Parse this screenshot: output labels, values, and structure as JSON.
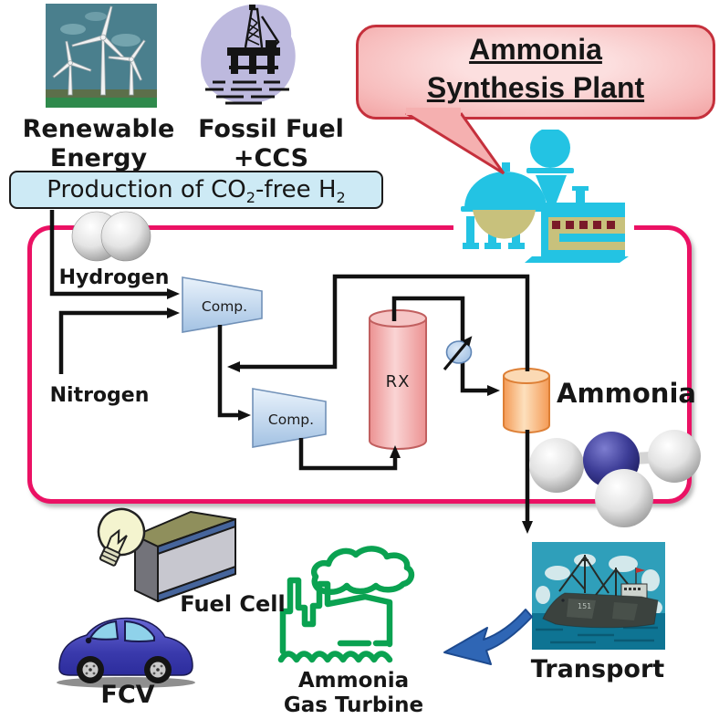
{
  "diagram_title": "Ammonia Synthesis Plant",
  "top": {
    "renewable": {
      "line1": "Renewable",
      "line2": "Energy"
    },
    "fossil": {
      "line1": "Fossil Fuel",
      "line2": "+CCS"
    },
    "banner": {
      "prefix": "Production of CO",
      "sub1": "2",
      "mid": "-free H",
      "sub2": "2"
    },
    "callout": {
      "line1": "Ammonia",
      "line2": "Synthesis Plant"
    }
  },
  "process": {
    "hydrogen": "Hydrogen",
    "nitrogen": "Nitrogen",
    "compressor1": "Comp.",
    "compressor2": "Comp.",
    "reactor": "RX",
    "ammonia": "Ammonia"
  },
  "bottom": {
    "fuel_cell": "Fuel Cell",
    "fcv": "FCV",
    "turbine_line1": "Ammonia",
    "turbine_line2": "Gas Turbine",
    "transport": "Transport",
    "ship_hull_number": "151"
  },
  "colors": {
    "boundary_pink": "#eb1164",
    "banner_blue": "#cdeaf5",
    "bubble_fill": "#f7bcbc",
    "bubble_border": "#c5303c",
    "factory_cyan": "#23c3e3",
    "factory_olive": "#c8c17c",
    "turbine_green": "#0aa251",
    "transport_arrow_blue": "#2f66b5",
    "compressor_blue": "#a9c7e6",
    "reactor_pink": "#ef9a9a",
    "separator_orange": "#f5a262"
  }
}
